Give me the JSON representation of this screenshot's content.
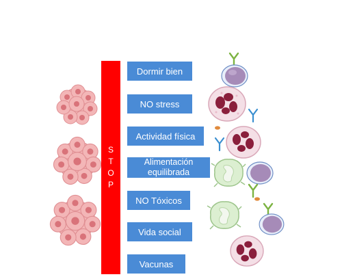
{
  "stop_bar": {
    "letters": [
      "S",
      "T",
      "O",
      "P"
    ],
    "color": "#ff0000"
  },
  "actions": [
    {
      "label": "Dormir bien"
    },
    {
      "label": "NO stress"
    },
    {
      "label": "Actividad física"
    },
    {
      "label": "Alimentación equilibrada"
    },
    {
      "label": "NO Tóxicos"
    },
    {
      "label": "Vida social"
    },
    {
      "label": "Vacunas"
    }
  ],
  "colors": {
    "action_box": "#4a8bd6",
    "tumor_cell": "#f1a7a8",
    "lymphocyte": "#a68bb8",
    "neutrophil": "#8a1f3c",
    "macrophage": "#cfe5c2",
    "antibody": "#3a8fd0"
  },
  "illustration": {
    "tumor_cells": [
      "tumor-cluster-icon",
      "tumor-cluster-icon",
      "tumor-cluster-icon"
    ],
    "immune_cells": [
      "lymphocyte-icon",
      "neutrophil-icon",
      "macrophage-icon",
      "antibody-icon"
    ]
  }
}
